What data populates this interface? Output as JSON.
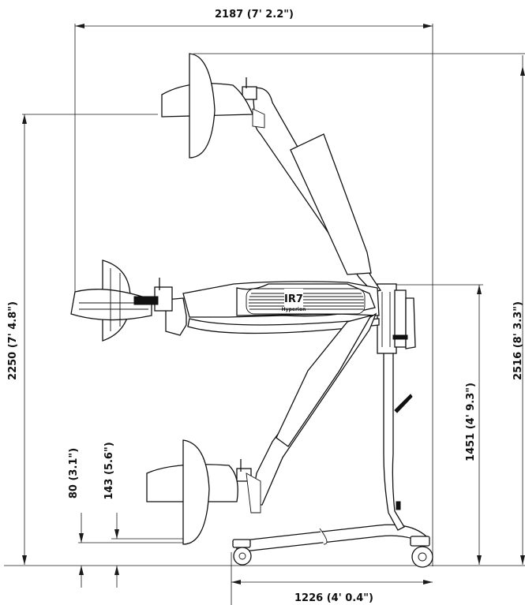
{
  "dimensions": {
    "top_width": "2187  (7' 2.2\")",
    "left_height": "2250 (7' 4.8\")",
    "right_height": "2516  (8' 3.3\")",
    "mast_height": "1451  (4' 9.3\")",
    "base_width": "1226  (4' 0.4\")",
    "clearance_low": "80  (3.1\")",
    "clearance_high": "143  (5.6\")"
  },
  "logo": {
    "mark": "IR7",
    "brand": "Hyperion"
  }
}
